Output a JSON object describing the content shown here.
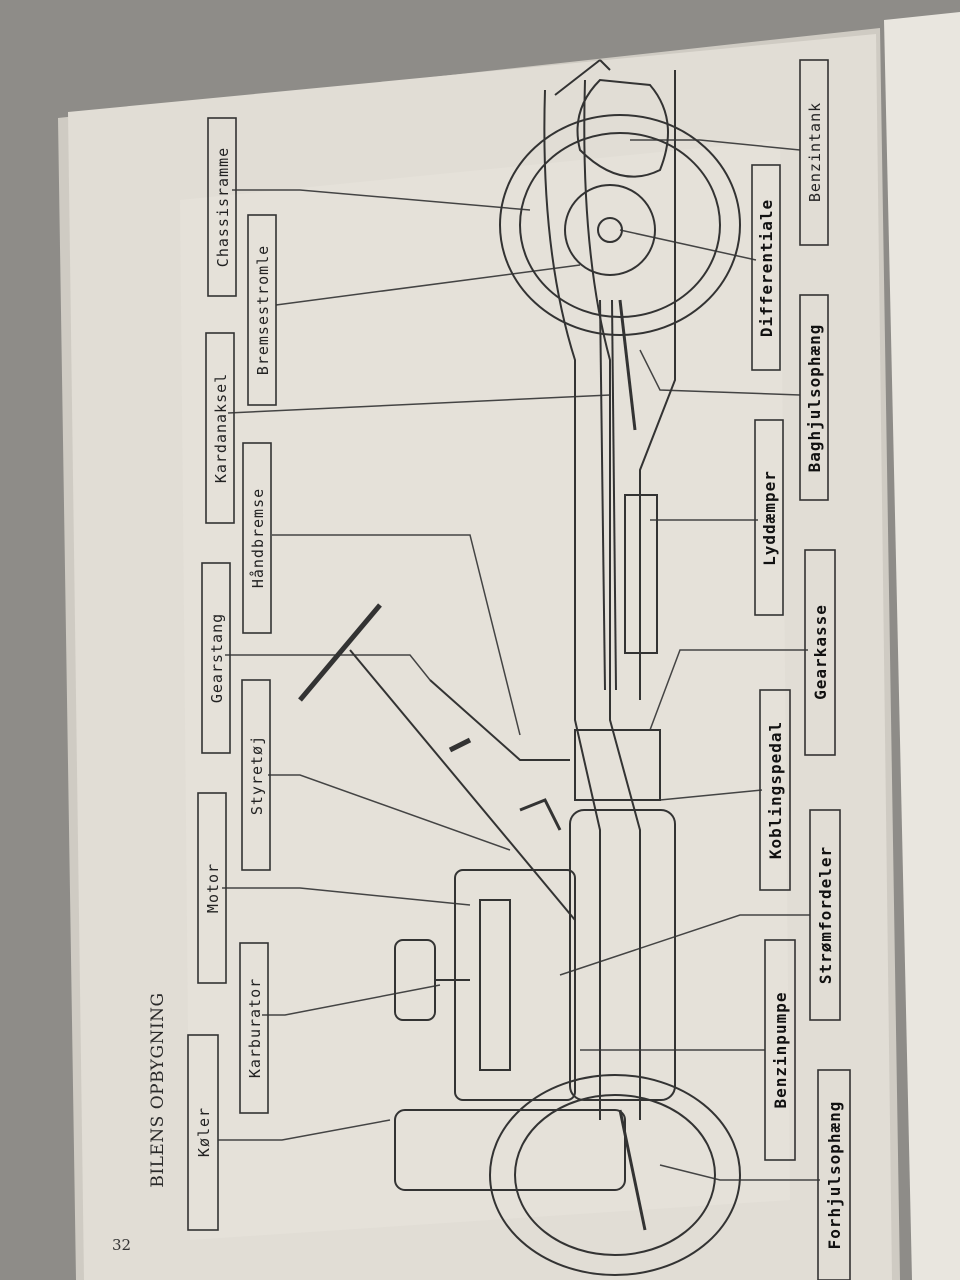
{
  "page": {
    "title": "BILENS OPBYGNING",
    "page_number": "32"
  },
  "labels": {
    "koler": "Køler",
    "karburator": "Karburator",
    "motor": "Motor",
    "styretoj": "Styretøj",
    "gearstang": "Gearstang",
    "handbremse": "Håndbremse",
    "kardanaksel": "Kardanaksel",
    "bremsestromle": "Bremsestromle",
    "chassisramme": "Chassisramme",
    "benzintank": "Benzintank",
    "differentiale": "Differentiale",
    "baghjulsophaeng": "Baghjulsophæng",
    "lyddaemper": "Lyddæmper",
    "gearkasse": "Gearkasse",
    "koblingspedal": "Koblingspedal",
    "stromfordeler": "Strømfordeler",
    "benzinpumpe": "Benzinpumpe",
    "forhjulsophaeng": "Forhjulsophæng"
  }
}
